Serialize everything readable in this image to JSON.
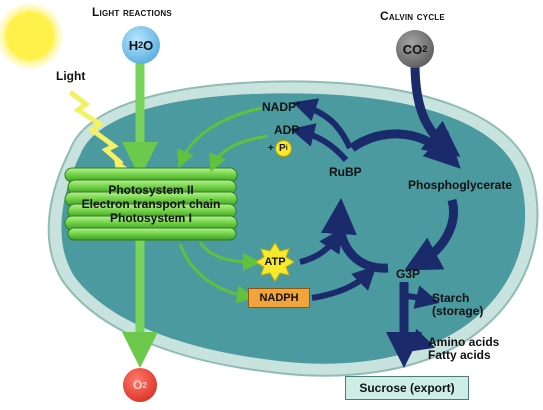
{
  "headings": {
    "light_reactions": "Light reactions",
    "calvin_cycle": "Calvin cycle"
  },
  "inputs": {
    "light": "Light",
    "water": {
      "base": "H",
      "sub": "2",
      "tail": "O"
    },
    "carbon_dioxide": {
      "base": "CO",
      "sub": "2"
    }
  },
  "outputs": {
    "oxygen": {
      "base": "O",
      "sub": "2"
    }
  },
  "thylakoid": {
    "line1": "Photosystem II",
    "line2": "Electron transport chain",
    "line3": "Photosystem I"
  },
  "molecules": {
    "nadp": {
      "base": "NADP",
      "sup": "+"
    },
    "adp": "ADP",
    "pi": {
      "plus": "+",
      "base": "P",
      "sub": "i"
    },
    "atp": "ATP",
    "nadph": "NADPH",
    "rubp": "RuBP",
    "phosphoglycerate": "Phosphoglycerate",
    "g3p": "G3P"
  },
  "products": {
    "starch": "Starch",
    "starch_note": "(storage)",
    "amino_acids": "Amino acids",
    "fatty_acids": "Fatty acids",
    "sucrose": "Sucrose (export)"
  },
  "colors": {
    "stroma": "#4a9aa0",
    "chloroplast_edge": "#c8e2dd",
    "thylakoid": "#7ed957",
    "light_arrow": "#7ad35a",
    "cycle_arrow": "#1b2a6b",
    "sun": "#fff04a",
    "water": "#6ec3ec",
    "co2": "#6b6b6b",
    "oxygen": "#e8362a",
    "atp_star": "#f7ea2e",
    "nadph_box": "#f3a33b",
    "sucrose_box": "#cdeee6"
  }
}
